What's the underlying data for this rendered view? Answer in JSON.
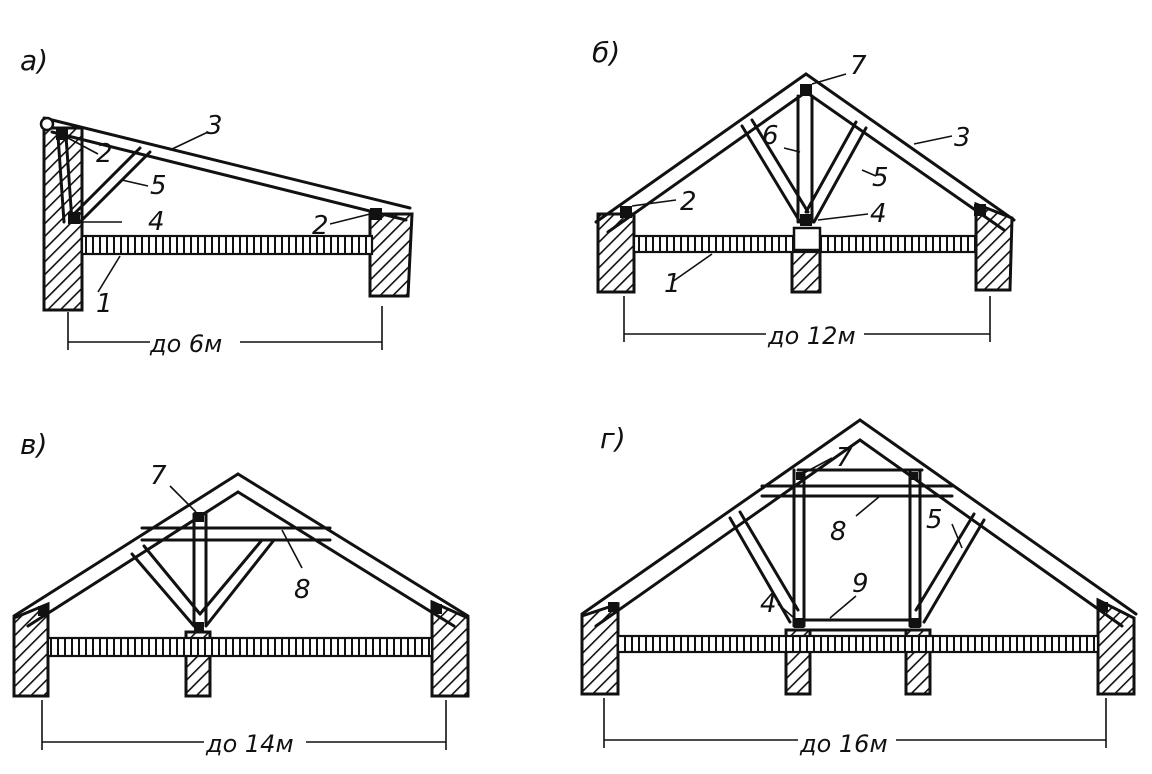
{
  "panels": [
    {
      "id": "a",
      "label": "а)",
      "span": "до 6м",
      "numbers": {
        "n1": "1",
        "n2a": "2",
        "n2b": "2",
        "n3": "3",
        "n4": "4",
        "n5": "5"
      }
    },
    {
      "id": "b",
      "label": "б)",
      "span": "до 12м",
      "numbers": {
        "n1": "1",
        "n2": "2",
        "n3": "3",
        "n4": "4",
        "n5": "5",
        "n6": "6",
        "n7": "7"
      }
    },
    {
      "id": "v",
      "label": "в)",
      "span": "до 14м",
      "numbers": {
        "n7": "7",
        "n8": "8"
      }
    },
    {
      "id": "g",
      "label": "г)",
      "span": "до 16м",
      "numbers": {
        "n4": "4",
        "n5": "5",
        "n7": "7",
        "n8": "8",
        "n9": "9"
      }
    }
  ]
}
